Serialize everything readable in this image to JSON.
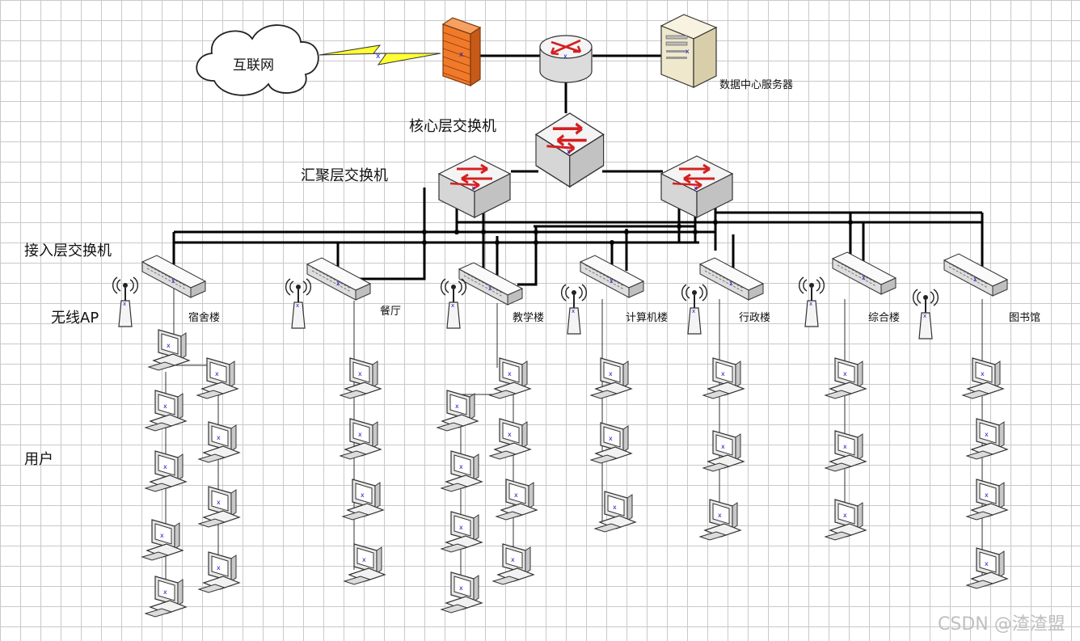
{
  "labels": {
    "internet": "互联网",
    "datacenter": "数据中心服务器",
    "core": "核心层交换机",
    "distribution": "汇聚层交换机",
    "access": "接入层交换机",
    "wireless_ap": "无线AP",
    "users": "用户"
  },
  "buildings": [
    "宿舍楼",
    "餐厅",
    "教学楼",
    "计算机楼",
    "行政楼",
    "综合楼",
    "图书馆"
  ],
  "watermark": "CSDN @渣渣盟",
  "colors": {
    "link": "#000000",
    "firewall": "#f07a2a",
    "switch_face": "#f2f2f2",
    "arrow": "#d42020",
    "bolt": "#ffff33"
  }
}
